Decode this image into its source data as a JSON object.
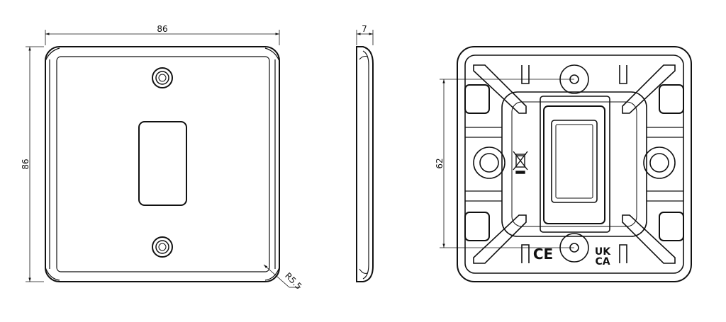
{
  "drawing": {
    "front_view": {
      "width_dim": "86",
      "height_dim": "86",
      "corner_radius": "R5.5"
    },
    "side_view": {
      "depth_dim": "7"
    },
    "rear_view": {
      "fixing_centres_dim": "62",
      "marks": {
        "ce": "CE",
        "ukca_top": "UK",
        "ukca_bottom": "CA",
        "weee": "crossed-out-wheelie-bin-icon"
      }
    }
  },
  "colors": {
    "line": "#111111",
    "background": "#ffffff"
  }
}
